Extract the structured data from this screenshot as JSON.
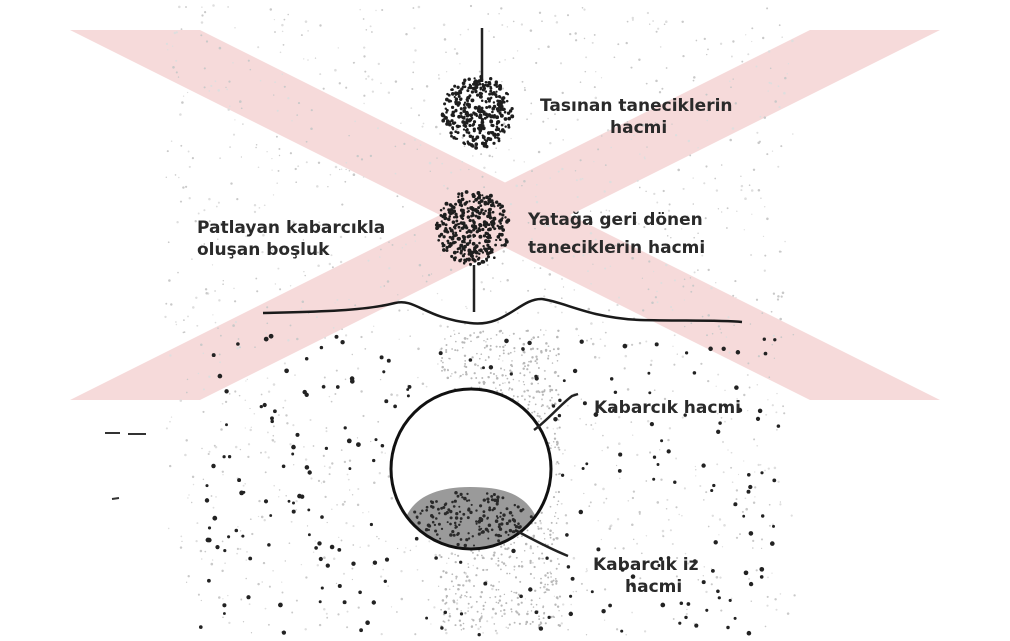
{
  "watermark": {
    "color": "#f6dada"
  },
  "labels": {
    "carried_volume": [
      "Tasınan taneciklerin",
      "hacmi"
    ],
    "burst_void": [
      "Patlayan kabarcıkla",
      "oluşan boşluk"
    ],
    "returning_volume": [
      "Yatağa geri dönen",
      "taneciklerin hacmi"
    ],
    "bubble_volume": "Kabarcık hacmi",
    "wake_volume": [
      "Kabarcık iz",
      "hacmi"
    ]
  }
}
